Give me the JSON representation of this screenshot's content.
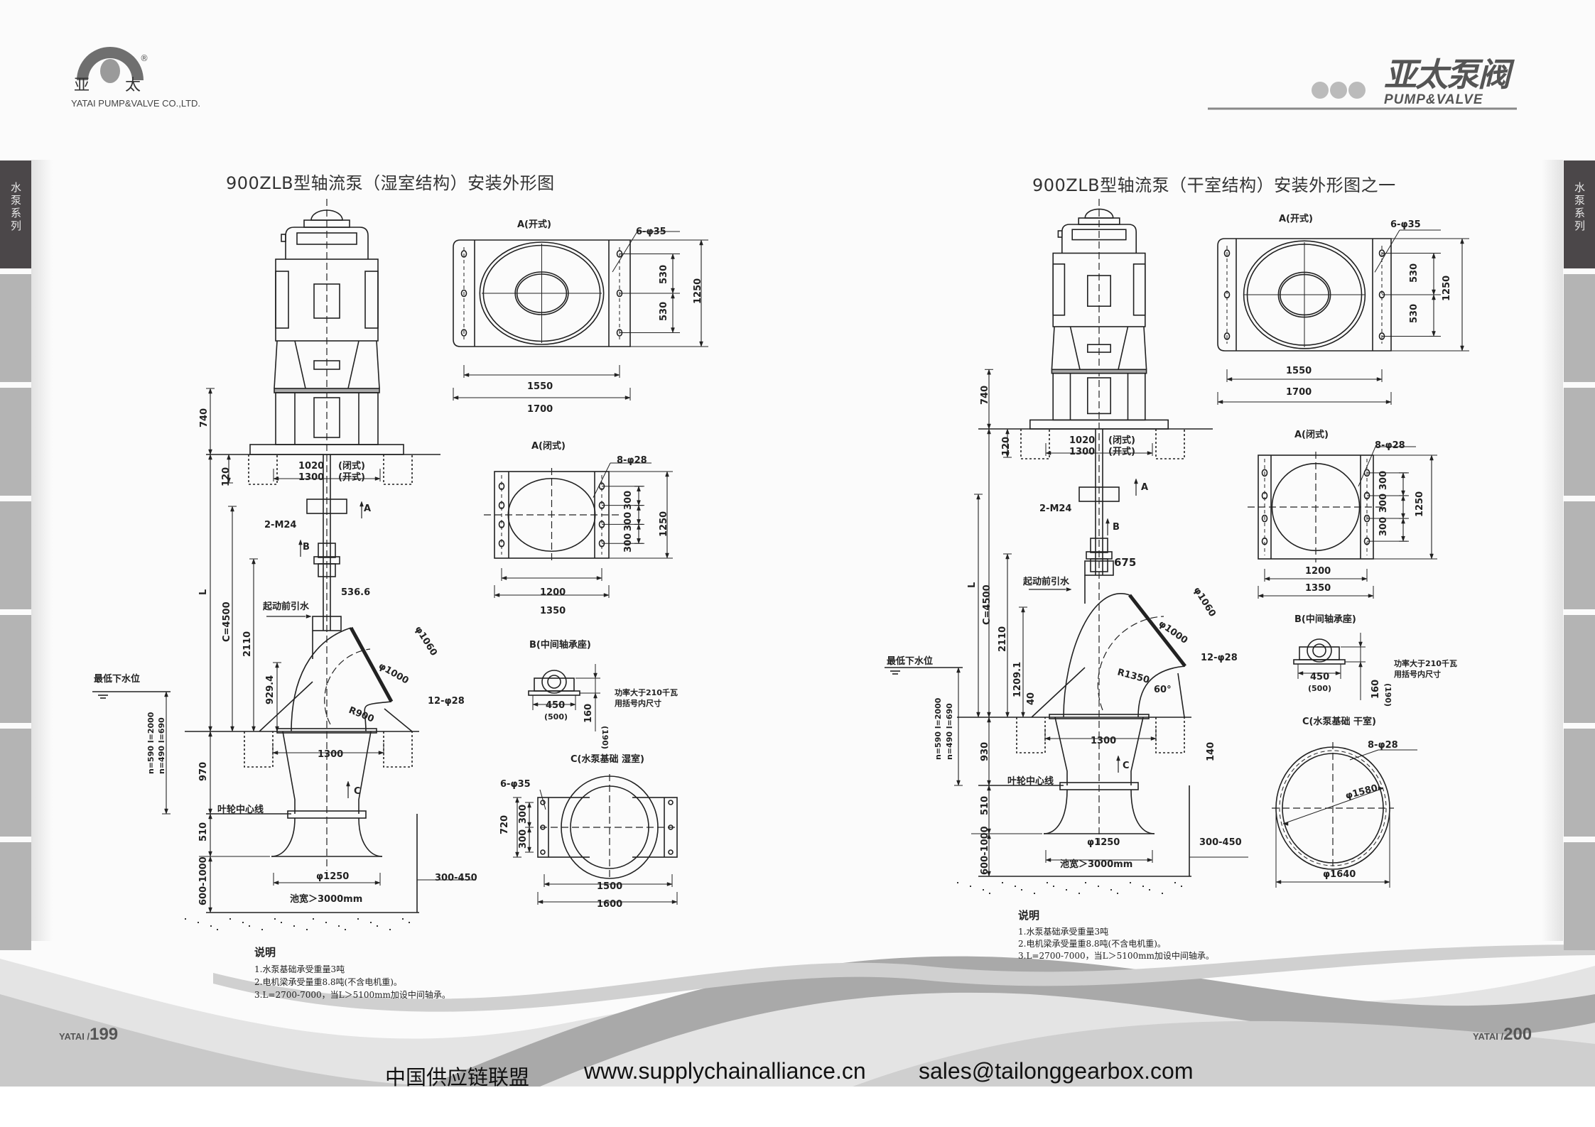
{
  "header": {
    "logo_cn_1": "亚",
    "logo_cn_2": "太",
    "registered": "®",
    "company": "YATAI PUMP&VALVE CO.,LTD.",
    "right_logo_cn": "亚太泵阀",
    "right_logo_en": "PUMP&VALVE"
  },
  "side_tab": "水泵系列",
  "left": {
    "title": "900ZLB型轴流泵（湿室结构）安装外形图",
    "a_open": {
      "label": "A(开式)",
      "bolts": "6-φ35",
      "d530a": "530",
      "d530b": "530",
      "d1250": "1250",
      "d1550": "1550",
      "d1700": "1700"
    },
    "a_closed": {
      "label": "A(闭式)",
      "bolts": "8-φ28",
      "d300a": "300",
      "d300b": "300",
      "d300c": "300",
      "d1250": "1250",
      "d1200": "1200",
      "d1350": "1350"
    },
    "b_view": {
      "label": "B(中间轴承座)",
      "d450": "450",
      "d500": "(500)",
      "d160": "160",
      "d190": "(190)",
      "note1": "功率大于210千瓦",
      "note2": "用括号内尺寸"
    },
    "c_view": {
      "label": "C(水泵基础  湿室)",
      "bolts": "6-φ35",
      "d720": "720",
      "d300a": "300",
      "d300b": "300",
      "d1500": "1500",
      "d1600": "1600"
    },
    "pump": {
      "d740": "740",
      "d120": "120",
      "d1020": "1020",
      "d1300": "1300",
      "closed": "(闭式)",
      "open": "(开式)",
      "arrow_a": "A",
      "m24": "2-M24",
      "arrow_b": "B",
      "d5366": "536.6",
      "priming": "起动前引水",
      "d1060": "φ1060",
      "d1000": "φ1000",
      "holes": "12-φ28",
      "radius": "R900",
      "d9294": "929.4",
      "d2110": "2110",
      "c4500": "C=4500",
      "L": "L",
      "min_water": "最低下水位",
      "n590": "n=590 l=2000",
      "n490": "n=490 l=690",
      "d1300b": "1300",
      "d970": "970",
      "arrow_c": "C",
      "impeller": "叶轮中心线",
      "d510": "510",
      "d600": "600-1000",
      "d1250": "φ1250",
      "d300450": "300-450",
      "pool": "池宽＞3000mm"
    },
    "notes_title": "说明",
    "notes": [
      "1.水泵基础承受重量3吨",
      "2.电机梁承受量重8.8吨(不含电机重)。",
      "3.L=2700-7000，当L＞5100mm加设中间轴承。"
    ],
    "page_brand": "YATAI /",
    "page_number": "199"
  },
  "right": {
    "title": "900ZLB型轴流泵（干室结构）安装外形图之一",
    "a_open": {
      "label": "A(开式)",
      "bolts": "6-φ35",
      "d530a": "530",
      "d530b": "530",
      "d1250": "1250",
      "d1550": "1550",
      "d1700": "1700"
    },
    "a_closed": {
      "label": "A(闭式)",
      "bolts": "8-φ28",
      "d300a": "300",
      "d300b": "300",
      "d300c": "300",
      "d1250": "1250",
      "d1200": "1200",
      "d1350": "1350"
    },
    "b_view": {
      "label": "B(中间轴承座)",
      "d450": "450",
      "d500": "(500)",
      "d160": "160",
      "d190": "(190)",
      "note1": "功率大于210千瓦",
      "note2": "用括号内尺寸"
    },
    "c_view": {
      "label": "C(水泵基础  干室)",
      "bolts": "8-φ28",
      "d1580": "φ1580",
      "d1640": "φ1640"
    },
    "pump": {
      "d740": "740",
      "d120": "120",
      "d1020": "1020",
      "d1300": "1300",
      "closed": "(闭式)",
      "open": "(开式)",
      "arrow_a": "A",
      "m24": "2-M24",
      "arrow_b": "B",
      "d675": "675",
      "priming": "起动前引水",
      "d1060": "φ1060",
      "d1000": "φ1000",
      "holes": "12-φ28",
      "radius": "R1350",
      "angle": "60°",
      "c4500": "C=4500",
      "d2110": "2110",
      "d12091": "1209.1",
      "L": "L",
      "d40": "40",
      "min_water": "最低下水位",
      "n590": "n=590 l=2000",
      "n490": "n=490 l=690",
      "d1300b": "1300",
      "d140": "140",
      "d930": "930",
      "arrow_c": "C",
      "impeller": "叶轮中心线",
      "d510": "510",
      "d600": "600-1000",
      "d1250": "φ1250",
      "d300450": "300-450",
      "pool": "池宽＞3000mm"
    },
    "notes_title": "说明",
    "notes": [
      "1.水泵基础承受重量3吨",
      "2.电机梁承受量重8.8吨(不含电机重)。",
      "3.L=2700-7000，当L＞5100mm加设中间轴承。"
    ],
    "page_brand": "YATAI /",
    "page_number": "200"
  },
  "footer": {
    "alliance": "中国供应链联盟",
    "website": "www.supplychainalliance.cn",
    "email": "sales@tailonggearbox.com"
  },
  "colors": {
    "tab_active": "#4b4749",
    "tab_inactive": "#b4b4b4",
    "wave_dark": "#a9a9a9",
    "wave_light": "#d6d6d6"
  }
}
